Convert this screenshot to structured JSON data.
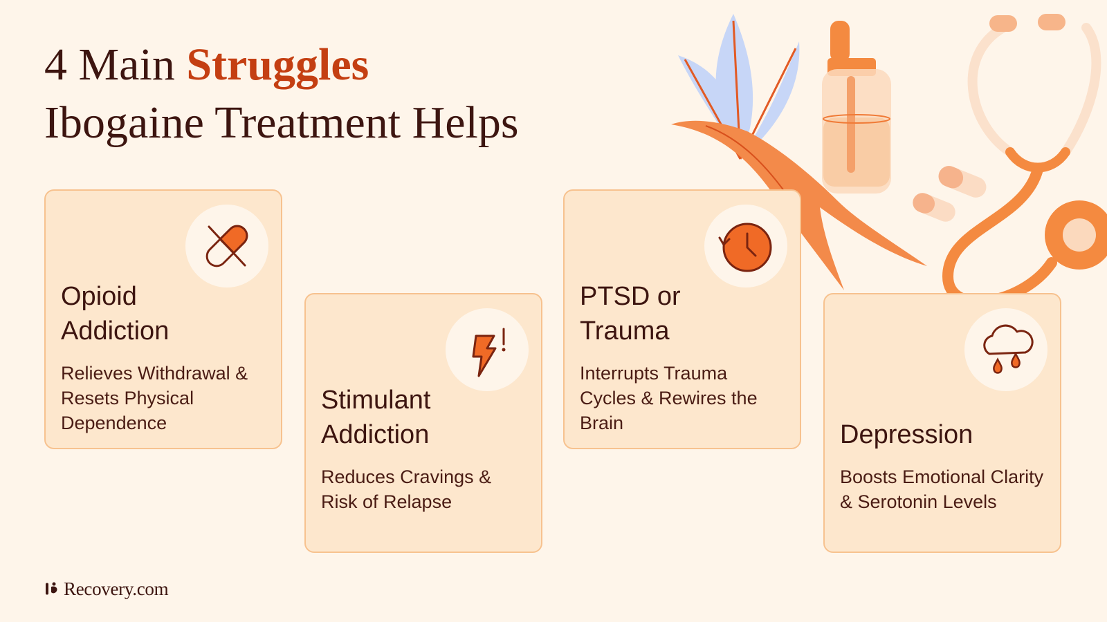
{
  "header": {
    "title_part1": "4 Main ",
    "title_accent": "Struggles",
    "title_line2": "Ibogaine Treatment Helps"
  },
  "cards": [
    {
      "title_line1": "Opioid",
      "title_line2": "Addiction",
      "description": "Relieves Withdrawal & Resets Physical Dependence",
      "icon": "crossed-out-pill-icon"
    },
    {
      "title_line1": "Stimulant",
      "title_line2": "Addiction",
      "description": "Reduces Cravings & Risk of Relapse",
      "icon": "lightning-bolt-icon"
    },
    {
      "title_line1": "PTSD or",
      "title_line2": "Trauma",
      "description": "Interrupts Trauma Cycles & Rewires the Brain",
      "icon": "clock-history-icon"
    },
    {
      "title_line1": "Depression",
      "title_line2": "",
      "description": "Boosts Emotional Clarity & Serotonin Levels",
      "icon": "rain-cloud-icon"
    }
  ],
  "brand": {
    "logo_text": "Recovery.com"
  },
  "colors": {
    "background": "#fef5ea",
    "card_fill": "#fde7cd",
    "card_border": "#f7c28f",
    "accent": "#c43f12",
    "icon_orange": "#f06a26",
    "text_dark": "#3d1510",
    "leaf_blue": "#c7d6f7"
  }
}
